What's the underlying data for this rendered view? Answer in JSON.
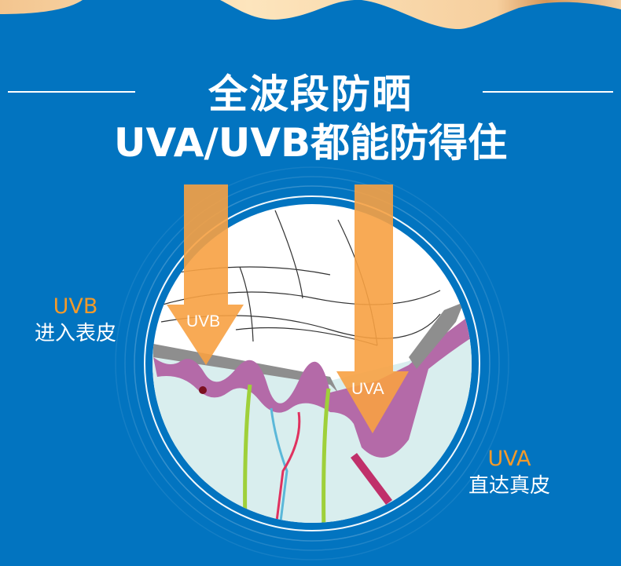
{
  "headline": {
    "line1": "全波段防晒",
    "line2": "UVA/UVB都能防得住"
  },
  "uvb": {
    "arrow_label": "UVB",
    "title": "UVB",
    "desc": "进入表皮"
  },
  "uva": {
    "arrow_label": "UVA",
    "title": "UVA",
    "desc": "直达真皮"
  },
  "colors": {
    "background": "#0274c0",
    "accent": "#f39a2a",
    "arrow": "#f7a142"
  }
}
